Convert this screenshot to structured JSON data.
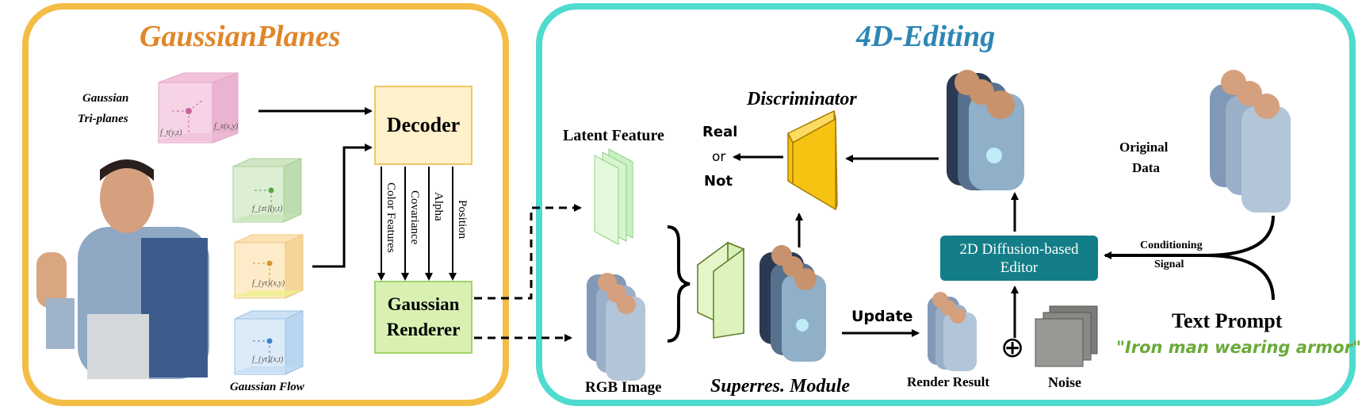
{
  "panels": {
    "left_title": "GaussianPlanes",
    "right_title": "4D-Editing"
  },
  "left": {
    "triplanes_label_1": "Gaussian",
    "triplanes_label_2": "Tri-planes",
    "flow_label": "Gaussian Flow",
    "plane_labels": [
      "f_t(y,z)",
      "f_x(x,y)",
      "f_{zt}(y,t)",
      "f_{yt}(x,y)",
      "f_{yt}(x,t)"
    ],
    "decoder": "Decoder",
    "renderer_line1": "Gaussian",
    "renderer_line2": "Renderer",
    "attributes": [
      "Color Features",
      "Covariance",
      "Alpha",
      "Position"
    ]
  },
  "right": {
    "latent_feature": "Latent Feature",
    "rgb_image": "RGB Image",
    "superres": "Superres. Module",
    "discriminator": "Discriminator",
    "real": "Real",
    "or": "or",
    "not": "Not",
    "update": "Update",
    "render_result": "Render Result",
    "noise": "Noise",
    "editor_line1": "2D Diffusion-based",
    "editor_line2": "Editor",
    "original_data_1": "Original",
    "original_data_2": "Data",
    "conditioning_1": "Conditioning",
    "conditioning_2": "Signal",
    "text_prompt": "Text Prompt",
    "prompt_text": "\"Iron man wearing armor\"",
    "plus_symbol": "⊕"
  },
  "colors": {
    "left_border": "#f4bd45",
    "right_border": "#4fdbcf",
    "left_title": "#e0862a",
    "right_title": "#2d86b5",
    "editor_fill": "#137e88",
    "discriminator_fill": "#f7c312",
    "prompt_text": "#6aaa3a"
  }
}
